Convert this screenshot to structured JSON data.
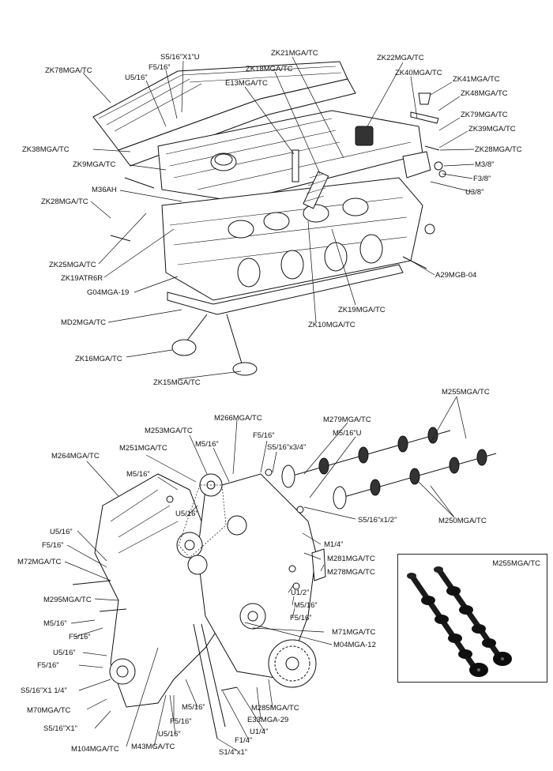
{
  "top_labels": {
    "zk78": "ZK78MGA/TC",
    "s516x1u": "S5/16”X1”U",
    "f516a": "F5/16”",
    "u516a": "U5/16”",
    "zk21": "ZK21MGA/TC",
    "zk18": "ZK18MGA/TC",
    "e13": "E13MGA/TC",
    "zk22": "ZK22MGA/TC",
    "zk40": "ZK40MGA/TC",
    "zk41": "ZK41MGA/TC",
    "zk48": "ZK48MGA/TC",
    "zk79": "ZK79MGA/TC",
    "zk39": "ZK39MGA/TC",
    "zk38": "ZK38MGA/TC",
    "zk28r": "ZK28MGA/TC",
    "zk9": "ZK9MGA/TC",
    "m38": "M3/8”",
    "f38": "F3/8”",
    "u38": "U3/8”",
    "m36ah": "M36AH",
    "zk28l": "ZK28MGA/TC",
    "zk25": "ZK25MGA/TC",
    "zk19atr": "ZK19ATR6R",
    "g04": "G04MGA-19",
    "a29": "A29MGB-04",
    "zk19": "ZK19MGA/TC",
    "md2": "MD2MGA/TC",
    "zk10": "ZK10MGA/TC",
    "zk16": "ZK16MGA/TC",
    "zk15": "ZK15MGA/TC"
  },
  "bottom_labels": {
    "m255a": "M255MGA/TC",
    "m266": "M266MGA/TC",
    "m279": "M279MGA/TC",
    "m253": "M253MGA/TC",
    "f516b": "F5/16”",
    "m516u": "M5/16”U",
    "m516a": "M5/16”",
    "s516x34": "S5/16”x3/4”",
    "m251": "M251MGA/TC",
    "m264": "M264MGA/TC",
    "m516b": "M5/16”",
    "s516x12": "S5/16”x1/2”",
    "m250": "M250MGA/TC",
    "u516b": "U5/16”",
    "u516c": "U5/16”",
    "m14": "M1/4”",
    "f516c": "F5/16”",
    "m281": "M281MGA/TC",
    "m72": "M72MGA/TC",
    "m278": "M278MGA/TC",
    "u12": "U1/2”",
    "m295": "M295MGA/TC",
    "m516c": "M5/16”",
    "f516d": "F5/16”",
    "m516d": "M5/16”",
    "f516e": "F5/16”",
    "m71": "M71MGA/TC",
    "m04": "M04MGA-12",
    "u516d": "U5/16”",
    "f516f": "F5/16”",
    "s516x114": "S5/16”X1 1/4”",
    "m70": "M70MGA/TC",
    "m285": "M285MGA/TC",
    "s516x1": "S5/16”X1”",
    "m516e": "M5/16”",
    "e33": "E33MGA-29",
    "f516g": "F5/16”",
    "u14": "U1/4”",
    "u516e": "U5/16”",
    "f14": "F1/4”",
    "m104": "M104MGA/TC",
    "m43": "M43MGA/TC",
    "s14x1": "S1/4”x1”"
  },
  "inset": {
    "title": "M255MGA/TC"
  }
}
